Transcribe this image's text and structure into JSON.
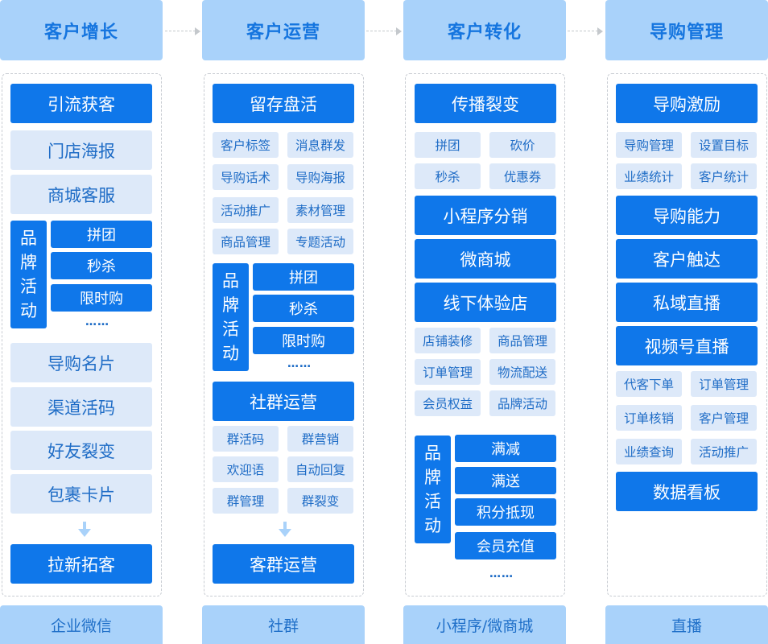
{
  "colors": {
    "header_bg": "#a9d2fa",
    "header_text": "#1575df",
    "primary_block": "#0f77ea",
    "light_block": "#dde9f9",
    "light_text": "#1e6cc6",
    "dashed_border": "#c8ccd2"
  },
  "columns": [
    {
      "header": "客户增长",
      "footer": "企业微信",
      "top_block": "引流获客",
      "light_blocks": [
        "门店海报",
        "商城客服"
      ],
      "brand_activity": {
        "label": "品牌活动",
        "chars": [
          "品",
          "牌",
          "活",
          "动"
        ],
        "items": [
          "拼团",
          "秒杀",
          "限时购"
        ],
        "more": "……"
      },
      "light_blocks_2": [
        "导购名片",
        "渠道活码",
        "好友裂变",
        "包裹卡片"
      ],
      "bottom_block": "拉新拓客"
    },
    {
      "header": "客户运营",
      "footer": "社群",
      "top_block": "留存盘活",
      "small_grid": [
        "客户标签",
        "消息群发",
        "导购话术",
        "导购海报",
        "活动推广",
        "素材管理",
        "商品管理",
        "专题活动"
      ],
      "brand_activity": {
        "label": "品牌活动",
        "chars": [
          "品",
          "牌",
          "活",
          "动"
        ],
        "items": [
          "拼团",
          "秒杀",
          "限时购"
        ],
        "more": "……"
      },
      "community_block": "社群运营",
      "community_grid": [
        "群活码",
        "群营销",
        "欢迎语",
        "自动回复",
        "群管理",
        "群裂变"
      ],
      "bottom_block": "客群运营"
    },
    {
      "header": "客户转化",
      "footer": "小程序/微商城",
      "top_block": "传播裂变",
      "small_grid": [
        "拼团",
        "砍价",
        "秒杀",
        "优惠券"
      ],
      "big_blocks": [
        "小程序分销",
        "微商城",
        "线下体验店"
      ],
      "small_grid_2": [
        "店铺装修",
        "商品管理",
        "订单管理",
        "物流配送",
        "会员权益",
        "品牌活动"
      ],
      "brand_activity": {
        "label": "品牌活动",
        "chars": [
          "品",
          "牌",
          "活",
          "动"
        ],
        "items": [
          "满减",
          "满送",
          "积分抵现",
          "会员充值"
        ],
        "more": "……"
      }
    },
    {
      "header": "导购管理",
      "footer": "直播",
      "top_block": "导购激励",
      "small_grid": [
        "导购管理",
        "设置目标",
        "业绩统计",
        "客户统计"
      ],
      "big_blocks": [
        "导购能力",
        "客户触达",
        "私域直播",
        "视频号直播"
      ],
      "small_grid_2": [
        "代客下单",
        "订单管理",
        "订单核销",
        "客户管理",
        "业绩查询",
        "活动推广"
      ],
      "bottom_block": "数据看板"
    }
  ]
}
